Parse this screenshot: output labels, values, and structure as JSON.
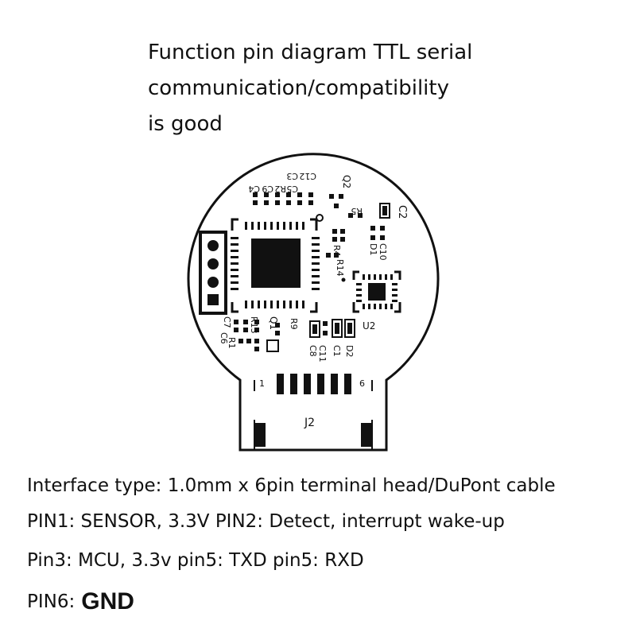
{
  "title": {
    "line1": "Function pin diagram TTL serial",
    "line2": "communication/compatibility",
    "line3": "is good"
  },
  "board": {
    "labels": [
      "C4",
      "C9",
      "R2",
      "C3",
      "C5",
      "C12",
      "Q2",
      "R5",
      "C2",
      "R4",
      "D1",
      "C10",
      "R14",
      "U2",
      "C7",
      "R13",
      "Q1",
      "R9",
      "C6",
      "R1",
      "C8",
      "C11",
      "C1",
      "D2",
      "J2",
      "1",
      "6"
    ]
  },
  "specs": {
    "interface": "Interface type: 1.0mm x 6pin terminal head/DuPont cable",
    "pin12": "PIN1: SENSOR, 3.3V PIN2: Detect, interrupt wake-up",
    "pin35": "Pin3: MCU, 3.3v pin5: TXD pin5: RXD",
    "pin6_label": "PIN6:",
    "pin6_value": "GND"
  }
}
